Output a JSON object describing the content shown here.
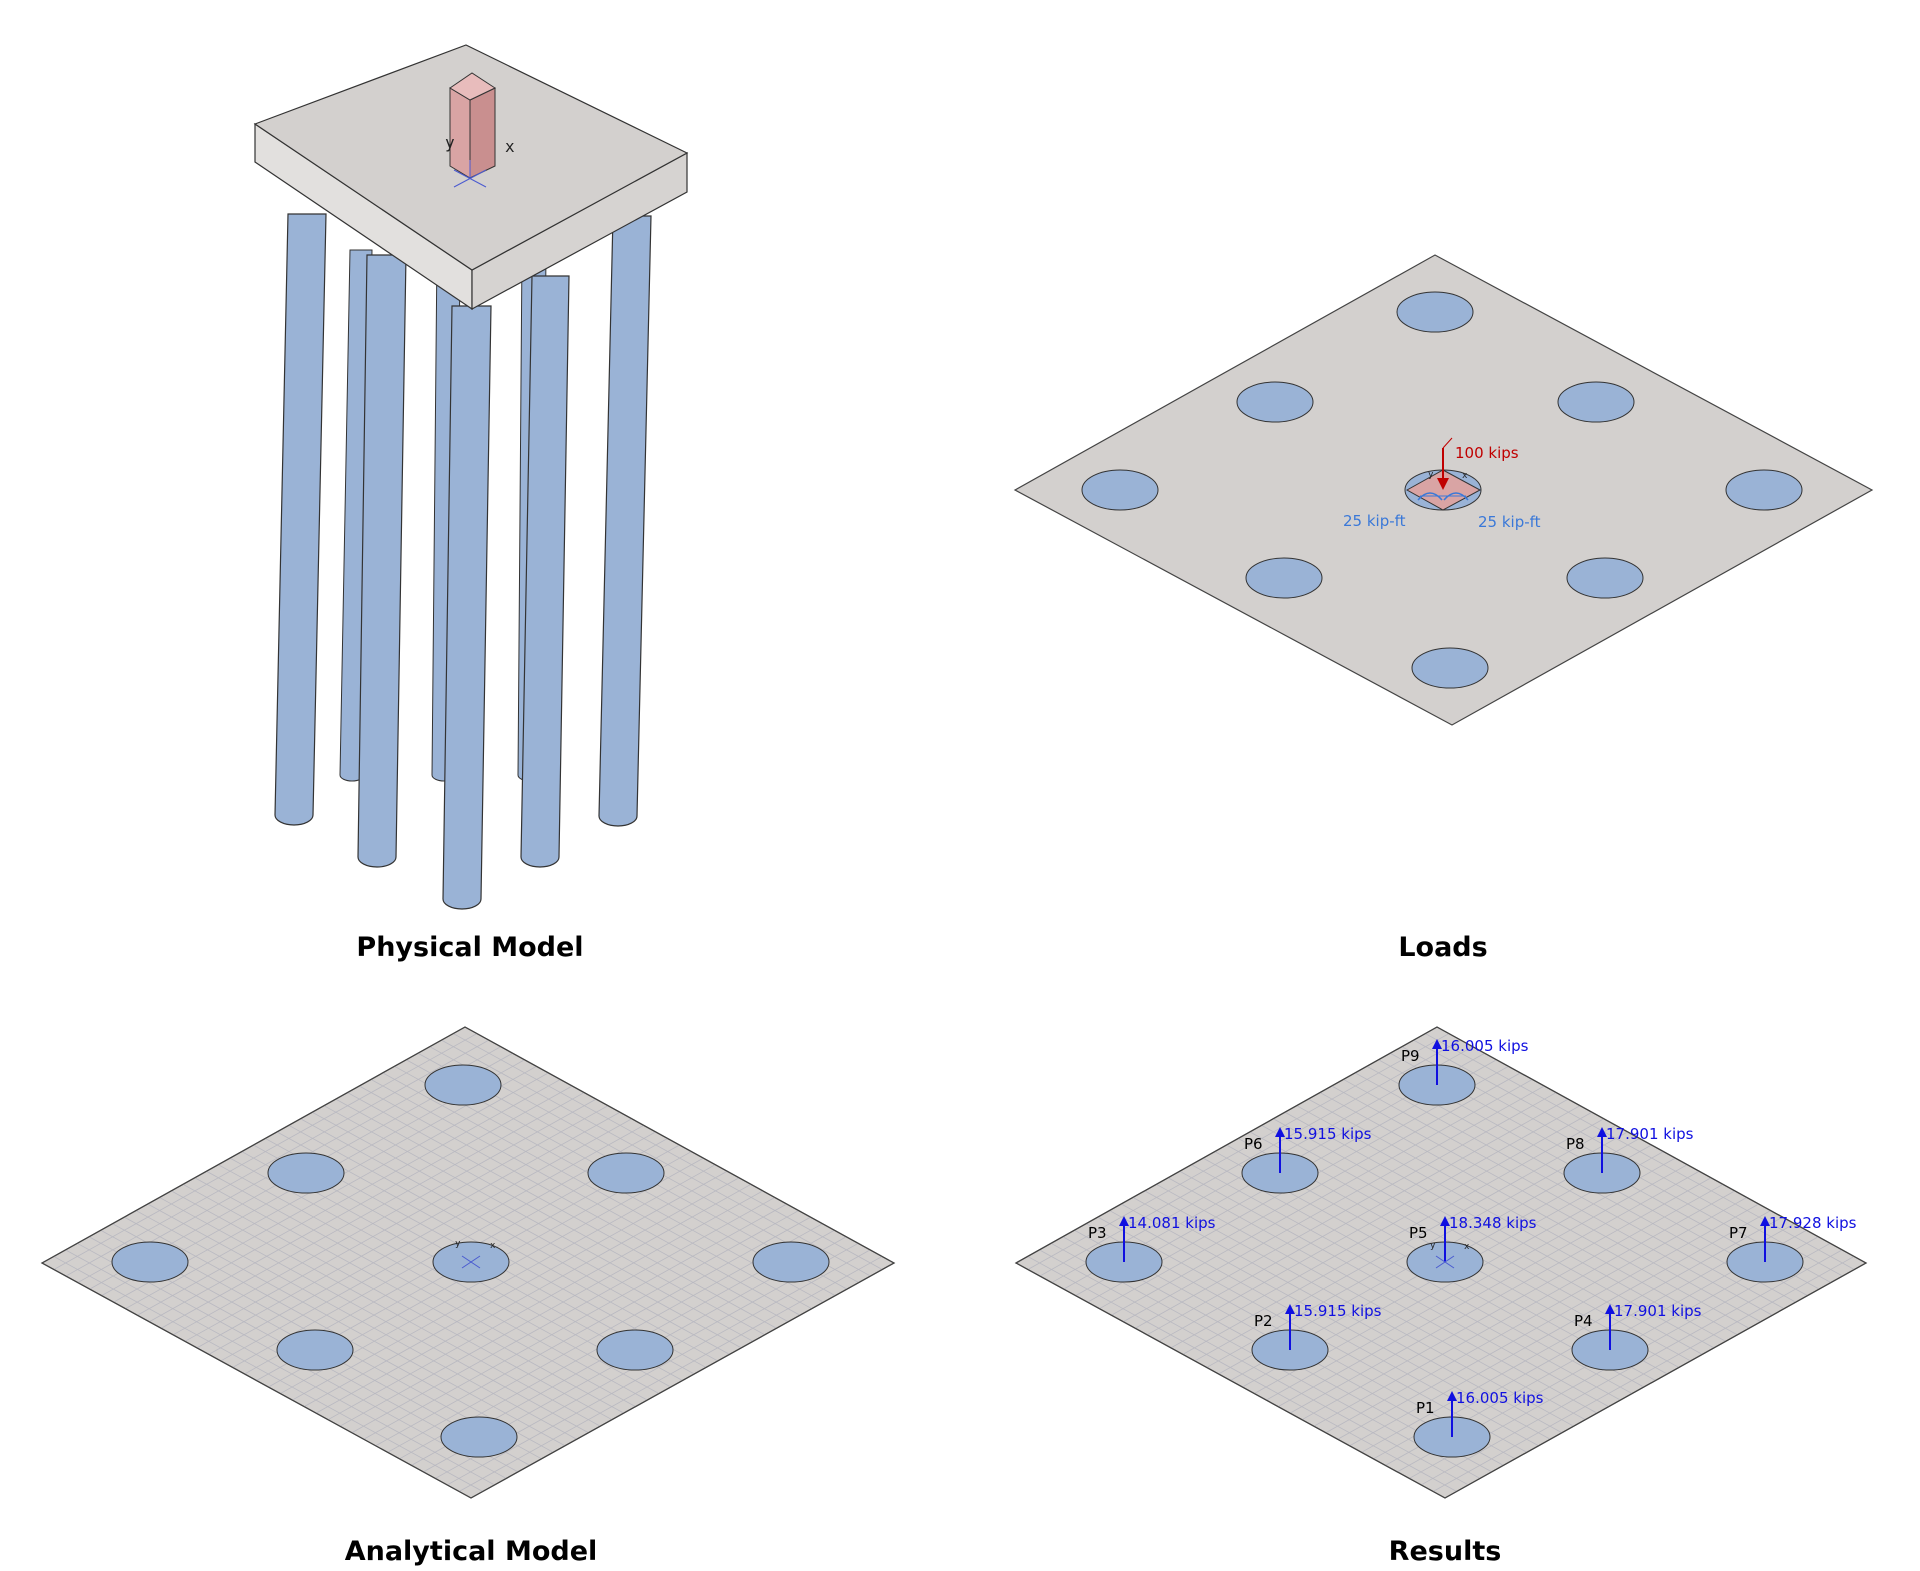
{
  "captions": {
    "physical": "Physical Model",
    "loads": "Loads",
    "analytical": "Analytical Model",
    "results": "Results"
  },
  "axes": {
    "x": "x",
    "y": "y"
  },
  "loads": {
    "axial": "100 kips",
    "moment_left": "25 kip-ft",
    "moment_right": "25 kip-ft"
  },
  "results": [
    {
      "pile": "P1",
      "reaction": "16.005 kips"
    },
    {
      "pile": "P2",
      "reaction": "15.915 kips"
    },
    {
      "pile": "P3",
      "reaction": "14.081 kips"
    },
    {
      "pile": "P4",
      "reaction": "17.901 kips"
    },
    {
      "pile": "P5",
      "reaction": "18.348 kips"
    },
    {
      "pile": "P6",
      "reaction": "15.915 kips"
    },
    {
      "pile": "P7",
      "reaction": "17.928 kips"
    },
    {
      "pile": "P8",
      "reaction": "17.901 kips"
    },
    {
      "pile": "P9",
      "reaction": "16.005 kips"
    }
  ],
  "colors": {
    "slab": "#d3d0ce",
    "pile": "#9ab3d6",
    "column": "#d9a4a4",
    "edge": "#333333",
    "grid": "#b9b9c1",
    "load_arrow": "#c00000",
    "moment": "#3a78d8",
    "reaction": "#1010e0"
  }
}
